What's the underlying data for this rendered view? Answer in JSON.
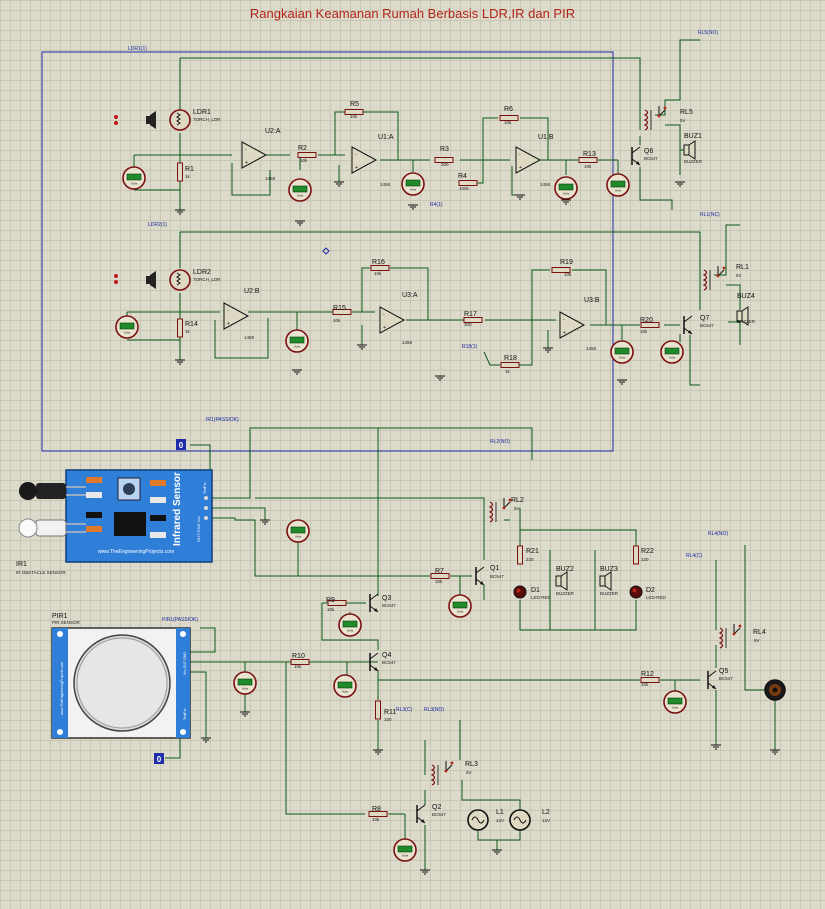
{
  "title": "Rangkaian Keamanan Rumah Berbasis LDR,IR dan PIR",
  "components": {
    "ldr1": {
      "ref": "LDR1",
      "part": "TORCH_LDR"
    },
    "ldr2": {
      "ref": "LDR2",
      "part": "TORCH_LDR"
    },
    "u2a": "U2:A",
    "u1a": "U1:A",
    "u1b": "U1:B",
    "u2b": "U2:B",
    "u3a": "U3:A",
    "u3b": "U3:B",
    "opamp_part": "1458",
    "r1": {
      "ref": "R1",
      "val": "1k"
    },
    "r2": {
      "ref": "R2",
      "val": "10k"
    },
    "r3": {
      "ref": "R3",
      "val": "300"
    },
    "r4": {
      "ref": "R4",
      "val": "100k"
    },
    "r5": {
      "ref": "R5",
      "val": "10k"
    },
    "r6": {
      "ref": "R6",
      "val": "10k"
    },
    "r7": {
      "ref": "R7",
      "val": "10k"
    },
    "r8": {
      "ref": "R8",
      "val": "10k"
    },
    "r9": {
      "ref": "R9",
      "val": "10k"
    },
    "r10": {
      "ref": "R10",
      "val": "10k"
    },
    "r11": {
      "ref": "R11",
      "val": "100"
    },
    "r12": {
      "ref": "R12",
      "val": "10k"
    },
    "r13": {
      "ref": "R13",
      "val": "10k"
    },
    "r14": {
      "ref": "R14",
      "val": "1k"
    },
    "r15": {
      "ref": "R15",
      "val": "10k"
    },
    "r16": {
      "ref": "R16",
      "val": "10k"
    },
    "r17": {
      "ref": "R17",
      "val": "300"
    },
    "r18": {
      "ref": "R18",
      "val": "1k"
    },
    "r19": {
      "ref": "R19",
      "val": "10k"
    },
    "r20": {
      "ref": "R20",
      "val": "10k"
    },
    "r21": {
      "ref": "R21",
      "val": "220"
    },
    "r22": {
      "ref": "R22",
      "val": "220"
    },
    "q1": {
      "ref": "Q1",
      "part": "BC547"
    },
    "q2": {
      "ref": "Q2",
      "part": "BC547"
    },
    "q3": {
      "ref": "Q3",
      "part": "BC547"
    },
    "q4": {
      "ref": "Q4",
      "part": "BC547"
    },
    "q5": {
      "ref": "Q5",
      "part": "BC547"
    },
    "q6": {
      "ref": "Q6",
      "part": "BC547"
    },
    "q7": {
      "ref": "Q7",
      "part": "BC547"
    },
    "rl1": {
      "ref": "RL1",
      "val": "5V"
    },
    "rl2": {
      "ref": "RL2",
      "val": "5V"
    },
    "rl3": {
      "ref": "RL3",
      "val": "5V"
    },
    "rl4": {
      "ref": "RL4",
      "val": "5V"
    },
    "rl5": {
      "ref": "RL5",
      "val": "5V"
    },
    "buz1": {
      "ref": "BUZ1",
      "part": "BUZZER"
    },
    "buz2": {
      "ref": "BUZ2",
      "part": "BUZZER"
    },
    "buz3": {
      "ref": "BUZ3",
      "part": "BUZZER"
    },
    "buz4": {
      "ref": "BUZ4",
      "part": "BUZZER"
    },
    "d1": {
      "ref": "D1",
      "part": "LED-RED"
    },
    "d2": {
      "ref": "D2",
      "part": "LED-RED"
    },
    "l1": {
      "ref": "L1",
      "val": "12V"
    },
    "l2": {
      "ref": "L2",
      "val": "12V"
    },
    "ir1": {
      "ref": "IR1",
      "part": "IR OBSTACLE SENSOR",
      "board_title": "Infrared Sensor",
      "board_url": "www.TheEngineeringProjects.com",
      "pins": "OUT GND Vcc",
      "test_label": "TestPin"
    },
    "pir1": {
      "ref": "PIR1",
      "part": "PIR SENSOR",
      "board_url": "www.TheEngineeringProjects.com",
      "pins": "Vcc OUT GND",
      "test_label": "TestPin"
    },
    "volts": "Volts",
    "io_label": "0"
  },
  "nets": {
    "ldr1_top": "LDR1(1)",
    "ldr2_top": "LDR2(1)",
    "rl5_no": "RL5(NO)",
    "rl1_no": "RL1(NC)",
    "rl2_no": "RL2(NO)",
    "rl4_no": "RL4(NO)",
    "rl4_c": "RL4(C)",
    "rl3_c": "RL3(C)",
    "rl3_no": "RL3(NO)",
    "r4_net": "R4(1)",
    "r18_net": "R18(1)",
    "ir_net": "IR1(PASSIOK)",
    "pir_net": "PIR1(PASSIOK)"
  },
  "colors": {
    "wire": "#0b5a1a",
    "title": "#b22418",
    "frame": "#1f2ea8",
    "ir_board": "#2f7fd8",
    "meter": "#7a1010"
  }
}
